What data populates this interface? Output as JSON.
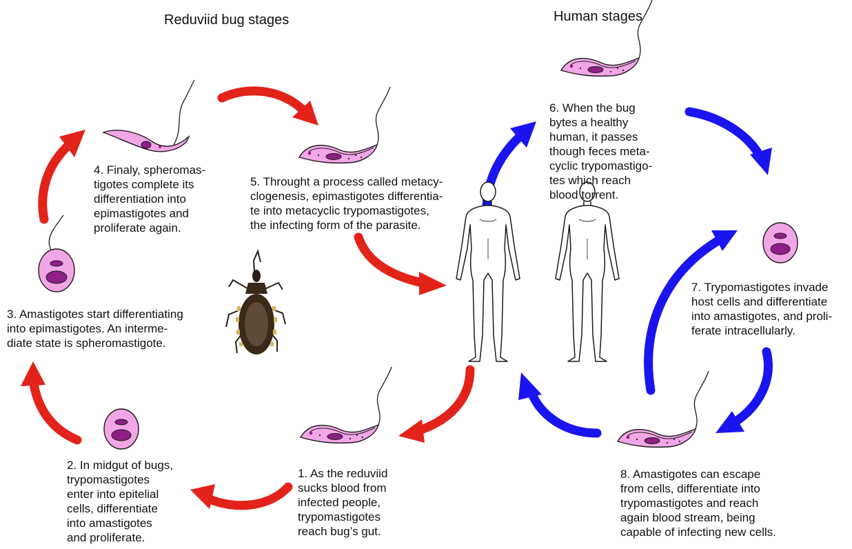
{
  "headers": {
    "bug": "Reduviid bug stages",
    "human": "Human stages"
  },
  "steps": [
    {
      "id": "1",
      "text": "1. As the reduviid\nsucks blood from\ninfected people,\ntrypomastigotes\nreach bug’s gut."
    },
    {
      "id": "2",
      "text": "2. In midgut of bugs,\ntrypomastigotes\nenter into epitelial\ncells, differentiate\ninto amastigotes\nand proliferate."
    },
    {
      "id": "3",
      "text": "3. Amastigotes start differentiating\ninto epimastigotes. An interme-\ndiate state is spheromastigote."
    },
    {
      "id": "4",
      "text": "4. Finaly, spheromas-\ntigotes complete its\ndifferentiation into\nepimastigotes and\nproliferate again."
    },
    {
      "id": "5",
      "text": "5. Throught a process called metacy-\nclogenesis, epimastigotes differentia-\nte into metacyclic trypomastigotes,\nthe infecting form of the parasite."
    },
    {
      "id": "6",
      "text": "6. When the bug\nbytes a healthy\nhuman, it passes\nthough feces meta-\ncyclic trypomastigo-\ntes which reach\nblood torrent."
    },
    {
      "id": "7",
      "text": "7. Trypomastigotes invade\nhost cells and differentiate\ninto amastigotes, and proli-\nferate intracellularly."
    },
    {
      "id": "8",
      "text": "8. Amastigotes can escape\nfrom cells, differentiate into\ntrypomastigotes and reach\nagain blood stream, being\ncapable of infecting new cells."
    }
  ],
  "colors": {
    "bug_cycle_arrow": "#e2231a",
    "human_cycle_arrow": "#1a14f0",
    "parasite_fill": "#f2a6e6",
    "parasite_nucleus": "#8e1f86",
    "outline": "#1a1a1a",
    "insect_body": "#3a2a1a",
    "insect_band": "#d9b25a"
  },
  "icons": {
    "parasite": "trypanosome-icon",
    "cell": "amastigote-cell-icon",
    "bug": "reduviid-bug-icon",
    "human": "human-figure-icon"
  }
}
